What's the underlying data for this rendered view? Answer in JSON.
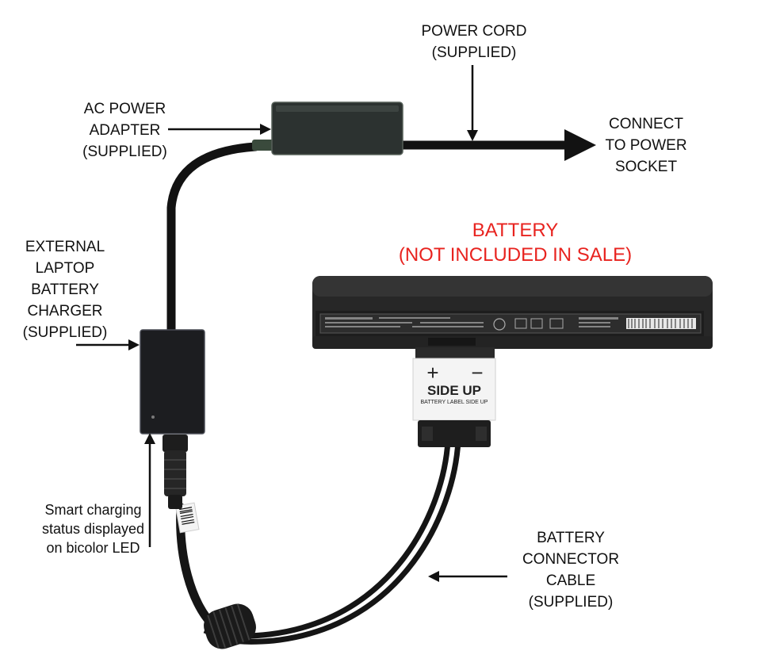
{
  "labels": {
    "power_cord": [
      "POWER CORD",
      "(SUPPLIED)"
    ],
    "ac_adapter": [
      "AC POWER",
      "ADAPTER",
      "(SUPPLIED)"
    ],
    "connect_socket": [
      "CONNECT",
      "TO POWER",
      "SOCKET"
    ],
    "battery": [
      "BATTERY",
      "(NOT INCLUDED IN SALE)"
    ],
    "charger": [
      "EXTERNAL",
      "LAPTOP",
      "BATTERY",
      "CHARGER",
      "(SUPPLIED)"
    ],
    "smart_charging": [
      "Smart charging",
      "status displayed",
      "on bicolor LED"
    ],
    "connector_cable": [
      "BATTERY",
      "CONNECTOR",
      "CABLE",
      "(SUPPLIED)"
    ]
  },
  "sticker": {
    "plus": "+",
    "minus": "−",
    "side_up": "SIDE UP",
    "small_text": "BATTERY LABEL SIDE UP"
  },
  "colors": {
    "label_text": "#111111",
    "battery_title": "#e8231f",
    "device_body": "#1c1d20",
    "adapter_body": "#2c3230",
    "cable": "#111111"
  }
}
